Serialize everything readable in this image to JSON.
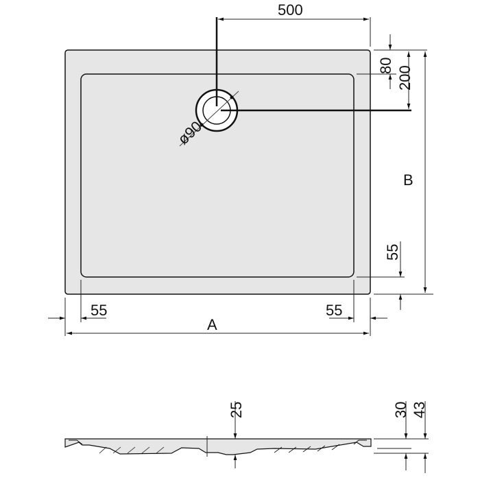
{
  "drawing": {
    "title": "Shower tray dimension drawing",
    "colors": {
      "tray_fill": "#e6e6e6",
      "line": "#111111",
      "background": "#ffffff"
    },
    "plan_view": {
      "dim_drain_x": "500",
      "dim_rim_top": "80",
      "dim_drain_y": "200",
      "dim_height_B": "B",
      "dim_rim_right": "55",
      "dim_rim_left_bottom": "55",
      "dim_rim_right_bottom": "55",
      "dim_width_A": "A",
      "drain_diameter": "ø90"
    },
    "section_view": {
      "dim_drain_depth": "25",
      "dim_rim_height": "30",
      "dim_total_height": "43"
    }
  }
}
